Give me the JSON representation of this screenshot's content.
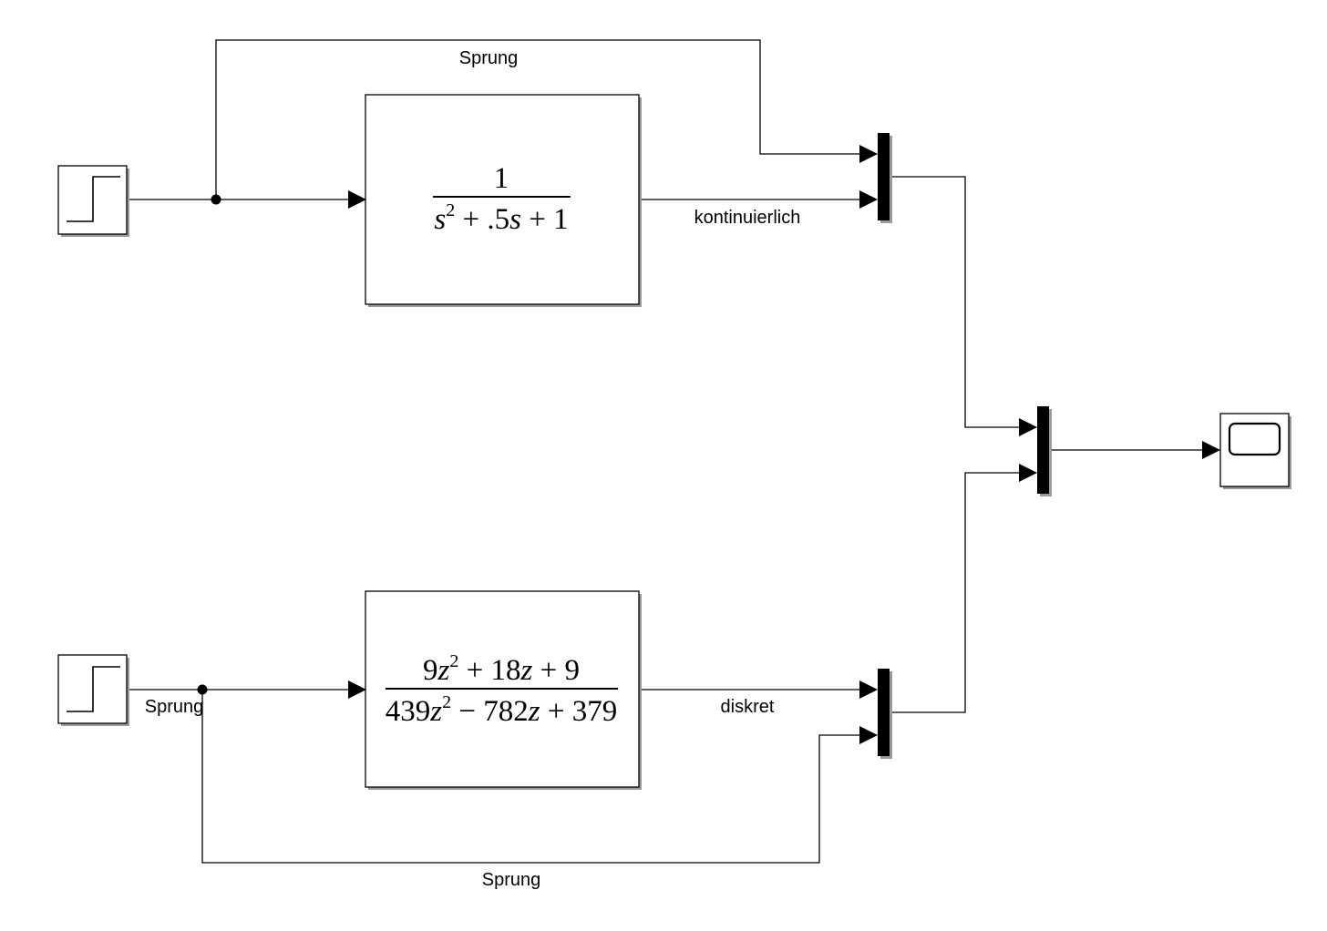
{
  "signals": {
    "top_branch_label": "Sprung",
    "continuous_label": "kontinuierlich",
    "discrete_label": "diskret",
    "bottom_step_label": "Sprung",
    "bottom_branch_label": "Sprung"
  },
  "continuous_tf": {
    "numerator": "1",
    "den_s": "s",
    "den_exp": "2",
    "den_rest_a": " + .5",
    "den_s2": "s",
    "den_rest_b": " + 1"
  },
  "discrete_tf": {
    "num_a": "9",
    "num_z1": "z",
    "num_exp": "2",
    "num_b": " + 18",
    "num_z2": "z",
    "num_c": " + 9",
    "den_a": "439",
    "den_z1": "z",
    "den_exp": "2",
    "den_b": " − 782",
    "den_z2": "z",
    "den_c": " + 379"
  },
  "icons": {
    "step": "step-icon",
    "scope": "scope-icon"
  },
  "colors": {
    "line": "#000000",
    "block_fill": "#ffffff",
    "shadow": "#9a9a9a"
  }
}
